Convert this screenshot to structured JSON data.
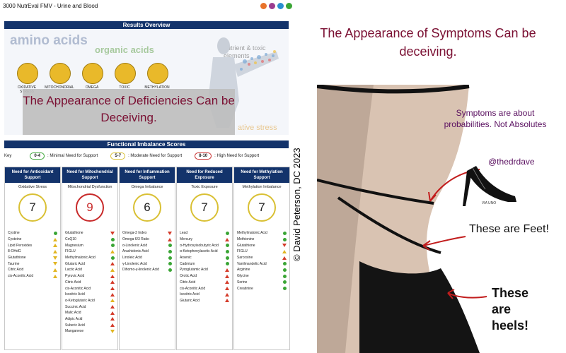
{
  "report": {
    "title": "3000 NutrEval FMV - Urine and Blood",
    "dot_colors": [
      "#e8732a",
      "#9b3c8f",
      "#2a8fd0",
      "#3aa535",
      "#f0c020"
    ],
    "overview_title": "Results Overview",
    "overview_words": {
      "amino": "amino acids",
      "organic": "organic acids",
      "nutrient": "nutrient & toxic elements",
      "oxidative": "ative stress"
    },
    "nutrient_icons": [
      {
        "label": "OXIDATIVE STRESS",
        "icon": "oxidative-icon"
      },
      {
        "label": "MITOCHONDRIAL",
        "icon": "mitochondria-icon"
      },
      {
        "label": "OMEGA",
        "icon": "omega-icon"
      },
      {
        "label": "TOXIC",
        "icon": "toxic-icon"
      },
      {
        "label": "METHYLATION",
        "icon": "methylation-icon"
      }
    ],
    "deficiency_overlay": "The Appearance of Deficiencies Can be Deceiving.",
    "functional_title": "Functional Imbalance Scores",
    "key": {
      "label": "Key",
      "minimal_range": "0-4",
      "minimal_text": ": Minimal Need for Support",
      "moderate_range": "5-7",
      "moderate_text": ": Moderate Need for Support",
      "high_range": "8-10",
      "high_text": ": High Need for Support"
    },
    "columns": [
      {
        "header": "Need for Antioxidant Support",
        "subheader": "Oxidative Stress",
        "score": "7",
        "level": "mod",
        "items": [
          {
            "name": "Cystine",
            "mark": "g"
          },
          {
            "name": "Cysteine",
            "mark": "yu"
          },
          {
            "name": "Lipid Peroxides",
            "mark": "yu"
          },
          {
            "name": "8-OHdG",
            "mark": "yu"
          },
          {
            "name": "Glutathione",
            "mark": "yd"
          },
          {
            "name": "Taurine",
            "mark": "yd"
          },
          {
            "name": "Citric Acid",
            "mark": "yu"
          },
          {
            "name": "cis-Aconitic Acid",
            "mark": "yu"
          }
        ]
      },
      {
        "header": "Need for Mitochondrial Support",
        "subheader": "Mitochondrial Dysfunction",
        "score": "9",
        "level": "high",
        "items": [
          {
            "name": "Glutathione",
            "mark": "rd"
          },
          {
            "name": "CoQ10",
            "mark": "g"
          },
          {
            "name": "Magnesium",
            "mark": "g"
          },
          {
            "name": "FIGLU",
            "mark": "yu"
          },
          {
            "name": "Methylmalonic Acid",
            "mark": "g"
          },
          {
            "name": "Glutaric Acid",
            "mark": "up"
          },
          {
            "name": "Lactic Acid",
            "mark": "yu"
          },
          {
            "name": "Pyruvic Acid",
            "mark": "up"
          },
          {
            "name": "Citric Acid",
            "mark": "up"
          },
          {
            "name": "cis-Aconitic Acid",
            "mark": "up"
          },
          {
            "name": "Isocitric Acid",
            "mark": "up"
          },
          {
            "name": "α-Ketoglutaric Acid",
            "mark": "yu"
          },
          {
            "name": "Succinic Acid",
            "mark": "up"
          },
          {
            "name": "Malic Acid",
            "mark": "up"
          },
          {
            "name": "Adipic Acid",
            "mark": "up"
          },
          {
            "name": "Suberic Acid",
            "mark": "up"
          },
          {
            "name": "Manganese",
            "mark": "yd"
          }
        ]
      },
      {
        "header": "Need for Inflammation Support",
        "subheader": "Omega Imbalance",
        "score": "6",
        "level": "mod",
        "items": [
          {
            "name": "Omega-3 Index",
            "mark": "rd"
          },
          {
            "name": "Omega 6/3 Ratio",
            "mark": "up"
          },
          {
            "name": "α-Linolenic Acid",
            "mark": "g"
          },
          {
            "name": "Arachidonic Acid",
            "mark": "g"
          },
          {
            "name": "Linoleic Acid",
            "mark": "g"
          },
          {
            "name": "γ-Linolenic Acid",
            "mark": "g"
          },
          {
            "name": "Dihomo-γ-linolenic Acid",
            "mark": "g"
          }
        ]
      },
      {
        "header": "Need for Reduced Exposure",
        "subheader": "Toxic Exposure",
        "score": "7",
        "level": "mod",
        "items": [
          {
            "name": "Lead",
            "mark": "g"
          },
          {
            "name": "Mercury",
            "mark": "up"
          },
          {
            "name": "α-Hydroxyisobutyric Acid",
            "mark": "g"
          },
          {
            "name": "α-Ketophenylacetic Acid",
            "mark": "g"
          },
          {
            "name": "Arsenic",
            "mark": "g"
          },
          {
            "name": "Cadmium",
            "mark": "g"
          },
          {
            "name": "Pyroglutamic Acid",
            "mark": "up"
          },
          {
            "name": "Orotic Acid",
            "mark": "up"
          },
          {
            "name": "Citric Acid",
            "mark": "up"
          },
          {
            "name": "cis-Aconitic Acid",
            "mark": "up"
          },
          {
            "name": "Isocitric Acid",
            "mark": "up"
          },
          {
            "name": "Glutaric Acid",
            "mark": "up"
          }
        ]
      },
      {
        "header": "Need for Methylation Support",
        "subheader": "Methylation Imbalance",
        "score": "7",
        "level": "mod",
        "items": [
          {
            "name": "Methylmalonic Acid",
            "mark": "g"
          },
          {
            "name": "Methionine",
            "mark": "g"
          },
          {
            "name": "Glutathione",
            "mark": "rd"
          },
          {
            "name": "FIGLU",
            "mark": "yu"
          },
          {
            "name": "Sarcosine",
            "mark": "up"
          },
          {
            "name": "Vanilmandelic Acid",
            "mark": "g"
          },
          {
            "name": "Arginine",
            "mark": "g"
          },
          {
            "name": "Glycine",
            "mark": "g"
          },
          {
            "name": "Serine",
            "mark": "g"
          },
          {
            "name": "Creatinine",
            "mark": "g"
          }
        ]
      }
    ]
  },
  "copyright": "© David Peterson, DC 2023",
  "right": {
    "headline": "The Appearance of Symptoms Can be deceiving.",
    "symptoms_note": "Symptoms are about probabilities. Not Absolutes",
    "handle": "@thedrdave",
    "brand": "VIA UNO",
    "feet_label": "These are Feet!",
    "heels_label": "These are heels!"
  }
}
